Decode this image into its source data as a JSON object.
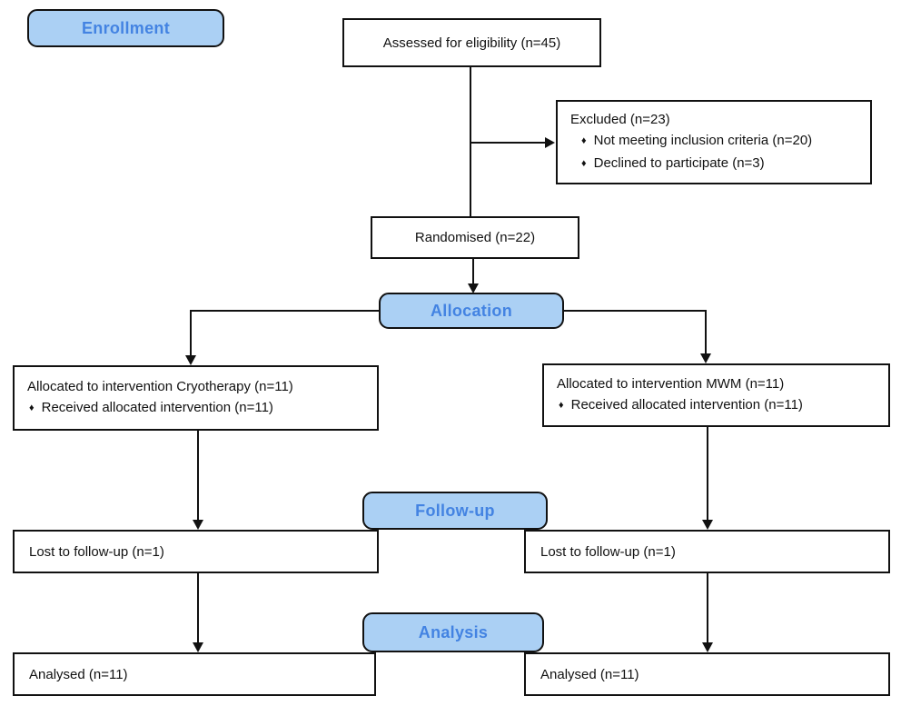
{
  "bullet_char": "♦",
  "colors": {
    "stage_fill": "#abd0f4",
    "stage_text": "#4383e2",
    "box_border": "#111111",
    "box_background": "#ffffff"
  },
  "stages": {
    "enrollment": {
      "label": "Enrollment"
    },
    "allocation": {
      "label": "Allocation"
    },
    "followup": {
      "label": "Follow-up"
    },
    "analysis": {
      "label": "Analysis"
    }
  },
  "boxes": {
    "assessed": {
      "text": "Assessed for eligibility (n=45)"
    },
    "excluded": {
      "title": "Excluded (n=23)",
      "items": [
        "Not meeting inclusion criteria (n=20)",
        "Declined to participate (n=3)"
      ]
    },
    "randomised": {
      "text": "Randomised (n=22)"
    },
    "allocated_left": {
      "title": "Allocated to intervention Cryotherapy (n=11)",
      "items": [
        "Received allocated intervention (n=11)"
      ]
    },
    "allocated_right": {
      "title": "Allocated to intervention MWM (n=11)",
      "items": [
        "Received allocated intervention (n=11)"
      ]
    },
    "lost_left": {
      "text": "Lost to follow-up (n=1)"
    },
    "lost_right": {
      "text": "Lost to follow-up (n=1)"
    },
    "analysed_left": {
      "text": "Analysed (n=11)"
    },
    "analysed_right": {
      "text": "Analysed (n=11)"
    }
  }
}
